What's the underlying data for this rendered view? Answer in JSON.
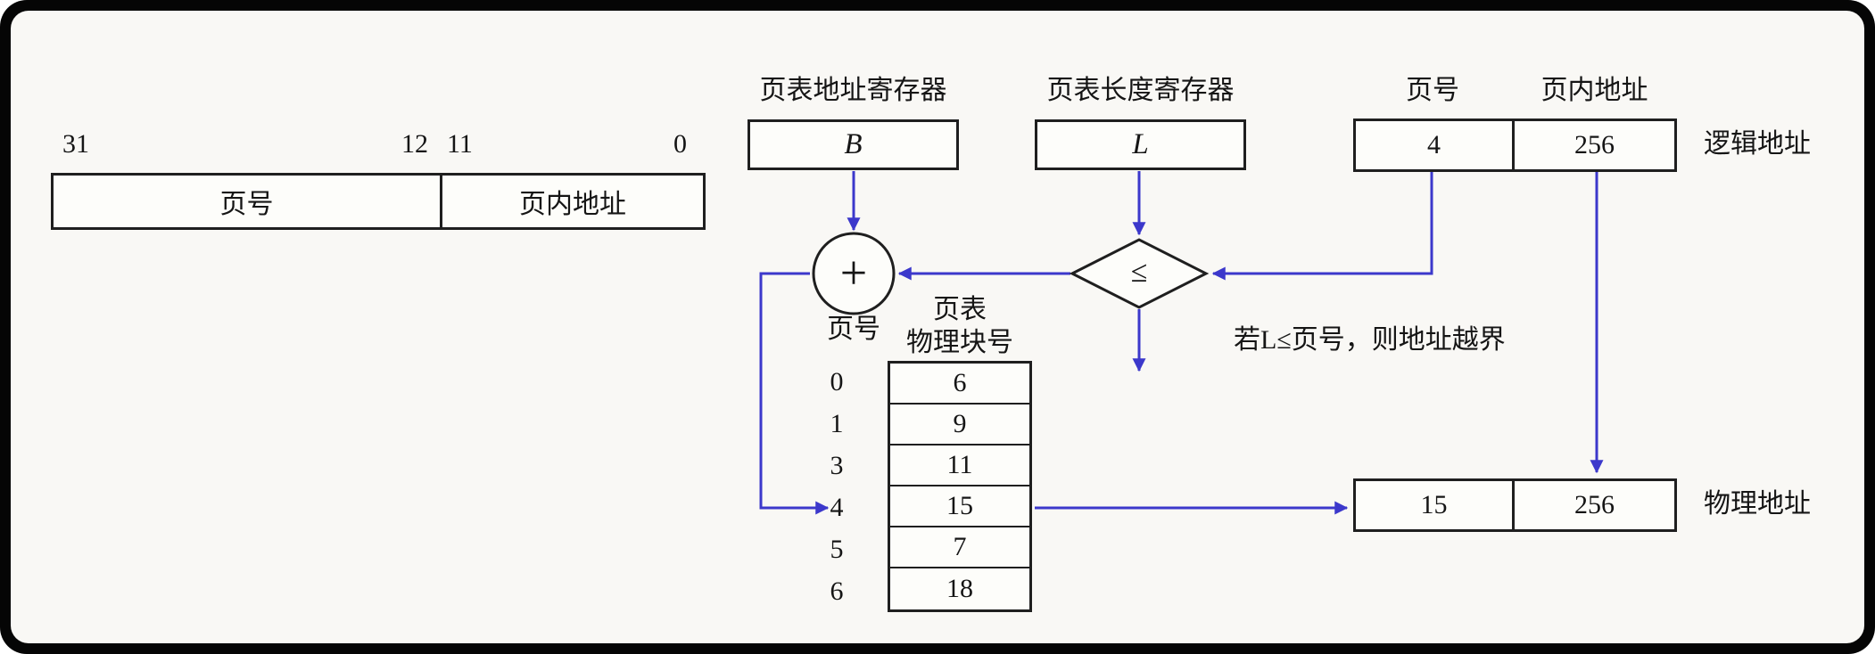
{
  "colors": {
    "arrow": "#3c38cb",
    "line": "#1f1f1f",
    "background": "#f9f8f5"
  },
  "bitfield": {
    "bit_31": "31",
    "bit_12": "12",
    "bit_11": "11",
    "bit_0": "0",
    "page_field": "页号",
    "offset_field": "页内地址"
  },
  "registers": {
    "addr_label": "页表地址寄存器",
    "addr_value": "B",
    "len_label": "页表长度寄存器",
    "len_value": "L"
  },
  "logical_address": {
    "page_header": "页号",
    "offset_header": "页内地址",
    "page_value": "4",
    "offset_value": "256",
    "caption": "逻辑地址"
  },
  "adder": {
    "symbol": "+",
    "caption": "页号"
  },
  "comparator": {
    "symbol": "≤",
    "overflow_note": "若L≤页号，则地址越界"
  },
  "page_table": {
    "title": "页表",
    "column_header": "物理块号",
    "rows": [
      {
        "index": "0",
        "value": "6"
      },
      {
        "index": "1",
        "value": "9"
      },
      {
        "index": "3",
        "value": "11"
      },
      {
        "index": "4",
        "value": "15"
      },
      {
        "index": "5",
        "value": "7"
      },
      {
        "index": "6",
        "value": "18"
      }
    ]
  },
  "physical_address": {
    "block_value": "15",
    "offset_value": "256",
    "caption": "物理地址"
  }
}
